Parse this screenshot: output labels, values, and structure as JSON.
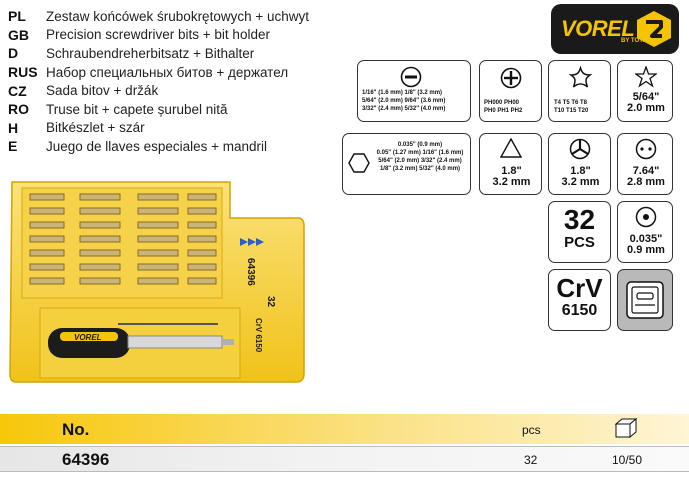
{
  "languages": [
    {
      "code": "PL",
      "text": "Zestaw końcówek śrubokrętowych + uchwyt"
    },
    {
      "code": "GB",
      "text": "Precision screwdriver bits + bit holder"
    },
    {
      "code": "D",
      "text": "Schraubendreherbitsatz + Bithalter"
    },
    {
      "code": "RUS",
      "text": "Набор специальных битов + держател"
    },
    {
      "code": "CZ",
      "text": "Sada bitov + držák"
    },
    {
      "code": "RO",
      "text": "Truse bit + capete șurubel nită"
    },
    {
      "code": "H",
      "text": "Bitkészlet + szár"
    },
    {
      "code": "E",
      "text": "Juego de llaves especiales + mandril"
    }
  ],
  "logo": {
    "word": "VOREL",
    "sub": "BY TOYA"
  },
  "slotted": {
    "lines": [
      "1/16\" (1.6 mm)  1/8\" (3.2 mm)",
      "5/64\" (2.0 mm)  9/64\" (3.6 mm)",
      "3/32\" (2.4 mm)  5/32\" (4.0 mm)"
    ]
  },
  "phillips": {
    "lines": [
      "PH000  PH00",
      "PH0  PH1  PH2"
    ]
  },
  "torx": {
    "lines": [
      "T4 T5 T6 T8",
      "T10 T15 T20"
    ]
  },
  "torx_single": {
    "lines": [
      "5/64\"",
      "2.0 mm"
    ]
  },
  "hex": {
    "lines": [
      "0.035\" (0.9 mm)",
      "0.05\" (1.27 mm) 1/16\" (1.6 mm)",
      "5/64\" (2.0 mm) 3/32\" (2.4 mm)",
      "1/8\" (3.2 mm) 5/32\" (4.0 mm)"
    ]
  },
  "triangle": {
    "lines": [
      "1.8\"",
      "3.2 mm"
    ]
  },
  "tri_wing": {
    "lines": [
      "1.8\"",
      "3.2 mm"
    ]
  },
  "spanner": {
    "lines": [
      "7.64\"",
      "2.8 mm"
    ]
  },
  "pcs_badge": {
    "num": "32",
    "unit": "PCS"
  },
  "pin": {
    "lines": [
      "0.035\"",
      "0.9 mm"
    ]
  },
  "material": {
    "top": "CrV",
    "bottom": "6150"
  },
  "product_photo": {
    "handle_brand": "VOREL",
    "case_label": "64396",
    "case_pcs": "32",
    "case_material": "CrV 6150"
  },
  "table": {
    "headers": {
      "no": "No.",
      "pcs": "pcs"
    },
    "rows": [
      {
        "no": "64396",
        "pcs": "32",
        "pack": "10/50"
      }
    ]
  }
}
